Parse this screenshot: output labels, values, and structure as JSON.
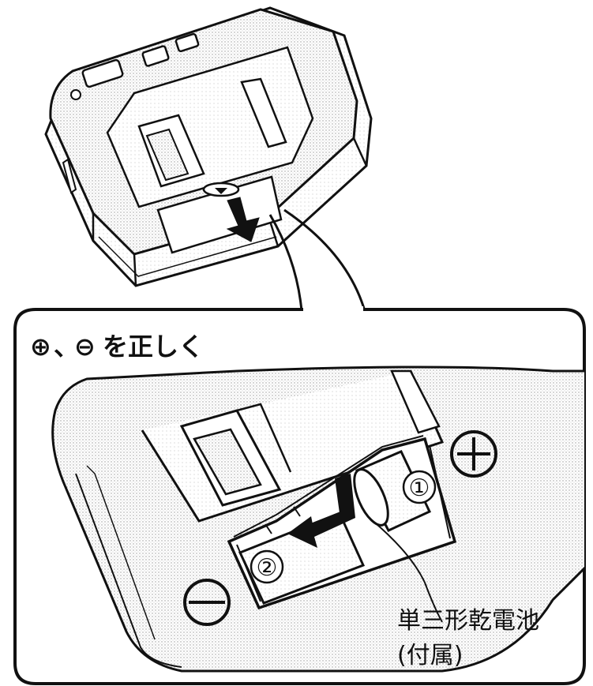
{
  "heading": {
    "plus_symbol": "⊕",
    "separator": "、",
    "minus_symbol": "⊖",
    "text": "を正しく"
  },
  "battery_slots": [
    {
      "label": "①"
    },
    {
      "label": "②"
    }
  ],
  "polarity": {
    "plus": "+",
    "minus": "−"
  },
  "battery_label": {
    "line1": "単三形乾電池",
    "line2": "(付属)"
  },
  "colors": {
    "ink": "#111111",
    "paper": "#ffffff",
    "shade": "#d9d9d9"
  }
}
